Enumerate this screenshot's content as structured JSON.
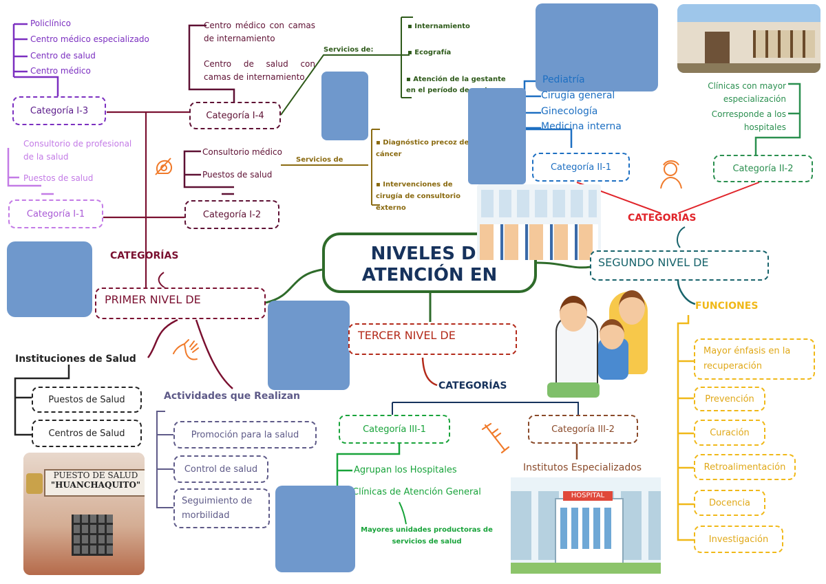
{
  "center": {
    "title": "NIVELES DE ATENCIÓN EN"
  },
  "primer_nivel": {
    "label": "PRIMER NIVEL DE",
    "categorias_label": "CATEGORÍAS",
    "cat_i1": {
      "label": "Categoría I-1",
      "items": [
        "Consultorio de profesional de la salud",
        "Puestos de salud"
      ]
    },
    "cat_i2": {
      "label": "Categoría I-2",
      "items": [
        "Consultorio médico",
        "Puestos de salud"
      ]
    },
    "cat_i3": {
      "label": "Categoría I-3",
      "items": [
        "Policlínico",
        "Centro médico especializado",
        "Centro de salud",
        "Centro médico"
      ]
    },
    "cat_i4": {
      "label": "Categoría I-4",
      "items": [
        "Centro médico con camas de internamiento",
        "Centro de salud con camas de internamiento"
      ]
    },
    "instituciones": {
      "label": "Instituciones de Salud",
      "items": [
        "Puestos de Salud",
        "Centros de Salud"
      ]
    },
    "actividades": {
      "label": "Actividades que Realizan",
      "items": [
        "Promoción para la salud",
        "Control de salud",
        "Seguimiento de morbilidad"
      ]
    },
    "photo_sign_line1": "PUESTO DE SALUD",
    "photo_sign_line2": "\"HUANCHAQUITO\""
  },
  "servicios_i4": {
    "label": "Servicios de:",
    "items": [
      "Internamiento",
      "Ecografía",
      "Atención de la gestante en el período de parto"
    ]
  },
  "servicios_i2": {
    "label": "Servicios de",
    "items": [
      "Diagnóstico precoz del cáncer",
      "Intervenciones de cirugía de consultorio externo"
    ]
  },
  "segundo_nivel": {
    "label": "SEGUNDO NIVEL DE",
    "categorias_label": "CATEGORÍAS",
    "cat_ii1": {
      "label": "Categoría II-1",
      "items": [
        "Pediatría",
        "Cirugía general",
        "Ginecología",
        "Medicina interna"
      ]
    },
    "cat_ii2": {
      "label": "Categoría II-2",
      "items": [
        "Clínicas con mayor especialización",
        "Corresponde a los hospitales"
      ]
    },
    "funciones": {
      "label": "FUNCIONES",
      "items": [
        "Mayor énfasis en la recuperación",
        "Prevención",
        "Curación",
        "Retroalimentación",
        "Docencia",
        "Investigación"
      ]
    }
  },
  "tercer_nivel": {
    "label": "TERCER NIVEL DE",
    "categorias_label": "CATEGORÍAS",
    "cat_iii1": {
      "label": "Categoría III-1",
      "items": [
        "Agrupan los Hospitales",
        "Clínicas de Atención General"
      ],
      "note": "Mayores unidades productoras de servicios de salud"
    },
    "cat_iii2": {
      "label": "Categoría III-2",
      "items": [
        "Institutos Especializados"
      ]
    },
    "hospital_sign": "HOSPITAL"
  },
  "colors": {
    "center_border": "#2e6b2a",
    "primer": "#7a1030",
    "i3": "#7b2fc0",
    "i1": "#c37be6",
    "i4": "#5e1033",
    "segundo": "#17636b",
    "ii1": "#1d6fc2",
    "ii2": "#2a8f4f",
    "funciones": "#f0b818",
    "tercer": "#b32a1a",
    "iii1": "#18a33a",
    "iii2": "#8a4a2a",
    "categorias_red": "#e0242a"
  },
  "icons": [
    "ultrasound-icon",
    "hands-icon",
    "nurse-icon",
    "syringe-icon"
  ]
}
